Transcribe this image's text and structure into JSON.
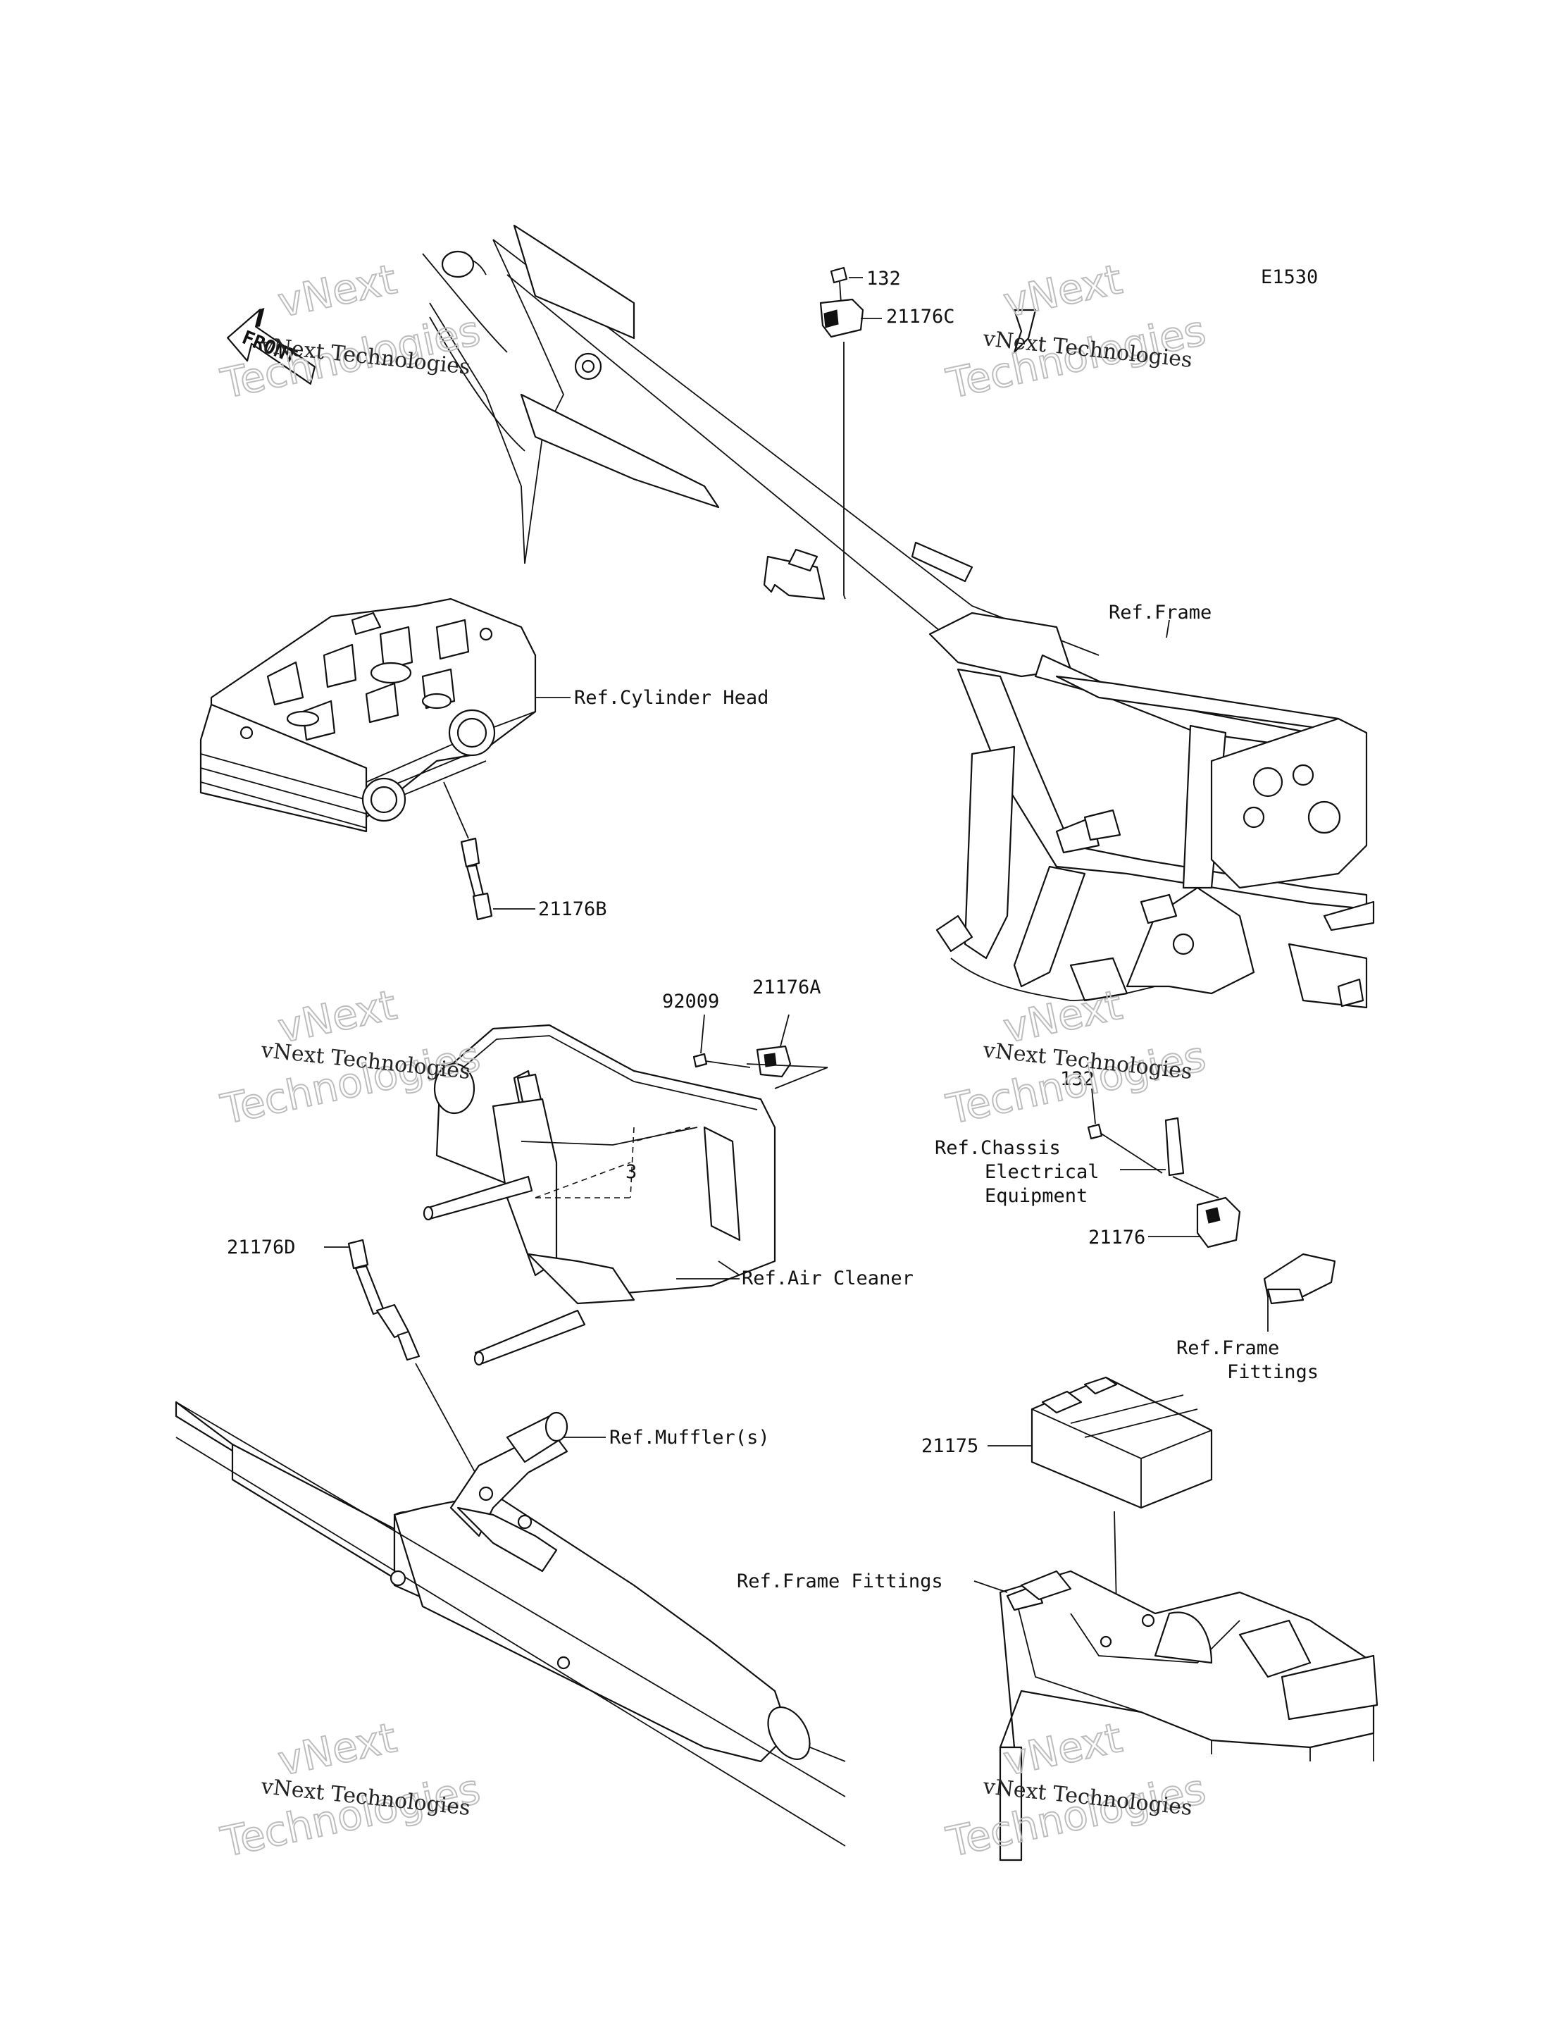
{
  "diagram_code": "E1530",
  "front_arrow": "FRONT",
  "watermarks": [
    {
      "line1": "vNext Technologies",
      "line2": "Technologies"
    },
    {
      "line1": "vNext Technologies",
      "line2": "Technologies"
    },
    {
      "line1": "vNext Technologies",
      "line2": "Technologies"
    },
    {
      "line1": "vNext Technologies",
      "line2": "Technologies"
    },
    {
      "line1": "vNext Technologies",
      "line2": "Technologies"
    },
    {
      "line1": "vNext Technologies",
      "line2": "Technologies"
    }
  ],
  "watermark_overlay": "vNext",
  "callouts": {
    "p132_top": "132",
    "p21176C": "21176C",
    "ref_frame": "Ref.Frame",
    "ref_cylinder_head": "Ref.Cylinder Head",
    "p21176B": "21176B",
    "p92009": "92009",
    "p21176A": "21176A",
    "p132_mid": "132",
    "ref_chassis_1": "Ref.Chassis",
    "ref_chassis_2": "Electrical",
    "ref_chassis_3": "Equipment",
    "p21176": "21176",
    "p21176D": "21176D",
    "ref_air_cleaner": "Ref.Air Cleaner",
    "ref_frame_fittings_1": "Ref.Frame",
    "ref_frame_fittings_2": "Fittings",
    "ref_mufflers": "Ref.Muffler(s)",
    "p21175": "21175",
    "ref_frame_fittings_lower": "Ref.Frame Fittings"
  }
}
